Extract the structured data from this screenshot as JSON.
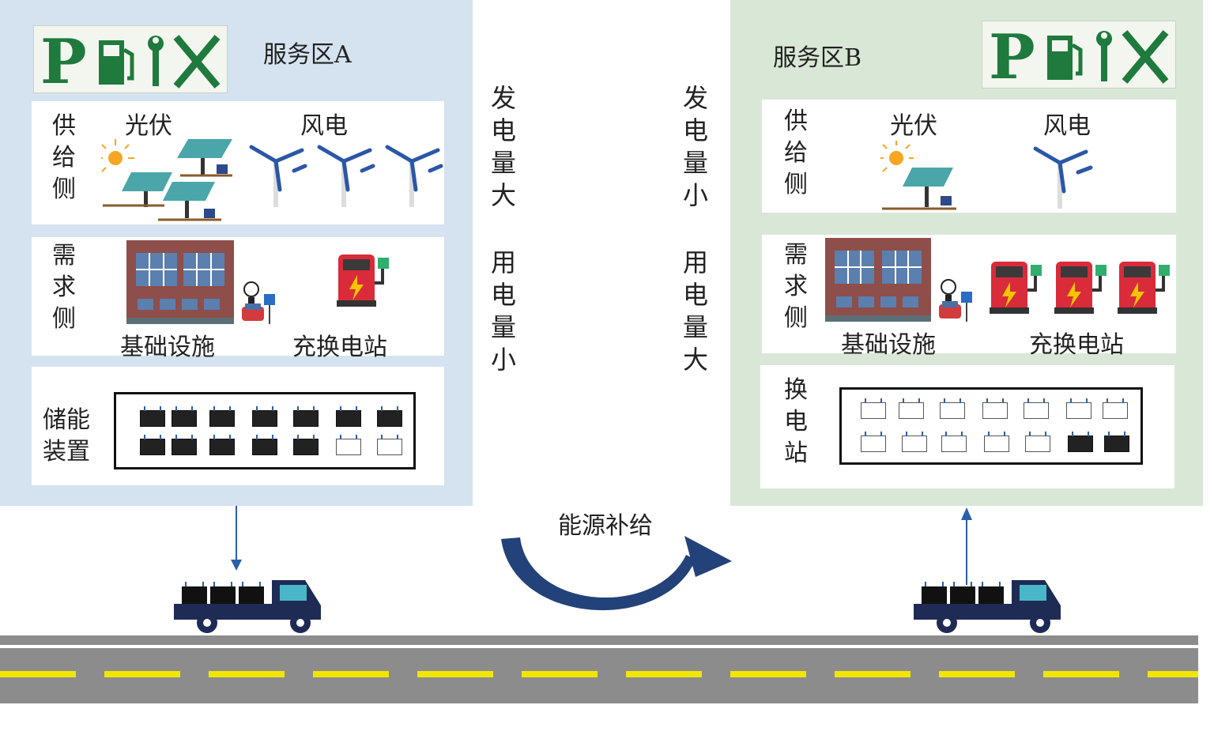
{
  "zone_a": {
    "title": "服务区A",
    "supply_label": "供给侧",
    "supply_pv": "光伏",
    "supply_wind": "风电",
    "demand_label": "需求侧",
    "demand_infra": "基础设施",
    "demand_station": "充换电站",
    "storage_label": "储能装置",
    "storage_full_count": 12,
    "storage_total": 14,
    "logo_text": "P"
  },
  "zone_b": {
    "title": "服务区B",
    "supply_label": "供给侧",
    "supply_pv": "光伏",
    "supply_wind": "风电",
    "demand_label": "需求侧",
    "demand_infra": "基础设施",
    "demand_station": "充换电站",
    "swap_label": "换电站",
    "swap_full_count": 2,
    "swap_total": 14,
    "logo_text": "P"
  },
  "middle": {
    "a_gen": "发电量大",
    "a_use": "用电量小",
    "b_gen": "发电量小",
    "b_use": "用电量大",
    "supply_arrow": "能源补给"
  },
  "colors": {
    "zone_a_bg": "#d4e3ef",
    "zone_b_bg": "#d9e8d6",
    "arrow": "#23427a",
    "road": "#8c8c8c",
    "lane": "#f2e600",
    "truck": "#1e2b55",
    "truck_window": "#49b7c8"
  }
}
